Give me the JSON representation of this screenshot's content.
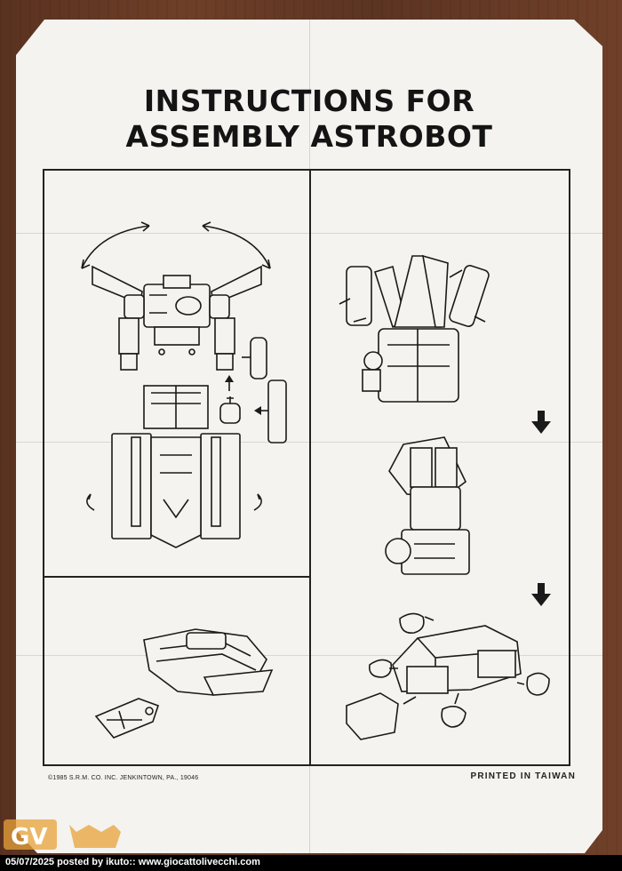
{
  "title": {
    "line1": "INSTRUCTIONS FOR",
    "line2": "ASSEMBLY ASTROBOT"
  },
  "footer": {
    "copyright": "©1985 S.R.M. CO. INC. JENKINTOWN, PA., 19046",
    "printed": "PRINTED IN TAIWAN"
  },
  "watermark": {
    "logo_text": "GV"
  },
  "caption": "05/07/2025 posted by ikuto:: www.giocattolivecchi.com",
  "colors": {
    "paper": "#f4f3ef",
    "ink": "#1a1a1a",
    "watermark_orange": "#e8a33a",
    "caption_bar": "#000000"
  }
}
